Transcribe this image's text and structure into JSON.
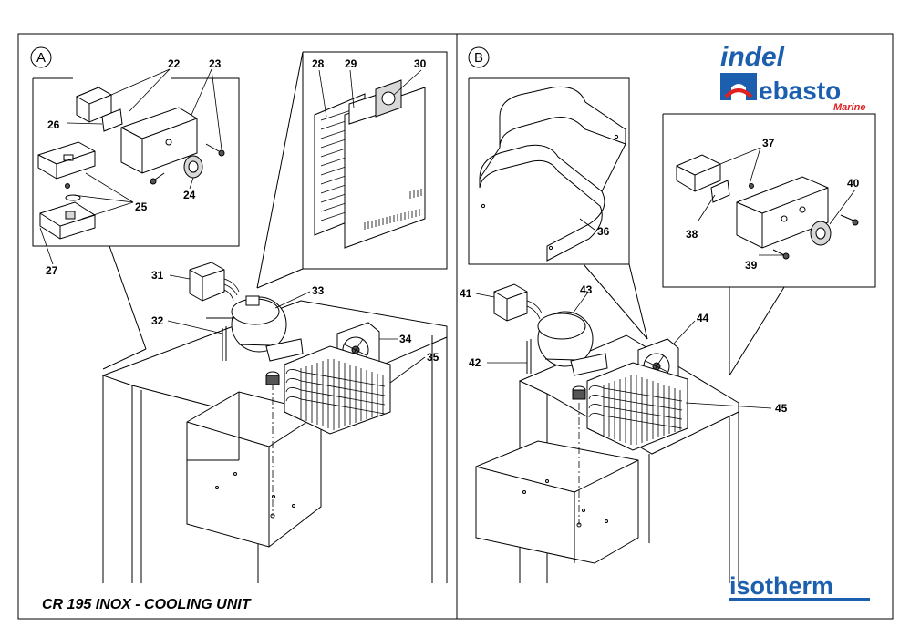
{
  "title": "CR 195 INOX - COOLING UNIT",
  "panels": {
    "a": {
      "label": "A"
    },
    "b": {
      "label": "B"
    }
  },
  "callouts": {
    "p22": "22",
    "p23": "23",
    "p24": "24",
    "p25": "25",
    "p26": "26",
    "p27": "27",
    "p28": "28",
    "p29": "29",
    "p30": "30",
    "p31": "31",
    "p32": "32",
    "p33": "33",
    "p34": "34",
    "p35": "35",
    "p36": "36",
    "p37": "37",
    "p38": "38",
    "p39": "39",
    "p40": "40",
    "p41": "41",
    "p42": "42",
    "p43": "43",
    "p44": "44",
    "p45": "45"
  },
  "logos": {
    "indel": "indel",
    "webasto_letter_w": "W",
    "webasto_rest": "ebasto",
    "marine": "Marine",
    "isotherm": "isotherm"
  },
  "colors": {
    "brand_blue": "#1b5fae",
    "brand_red": "#e02020",
    "line": "#000000"
  }
}
